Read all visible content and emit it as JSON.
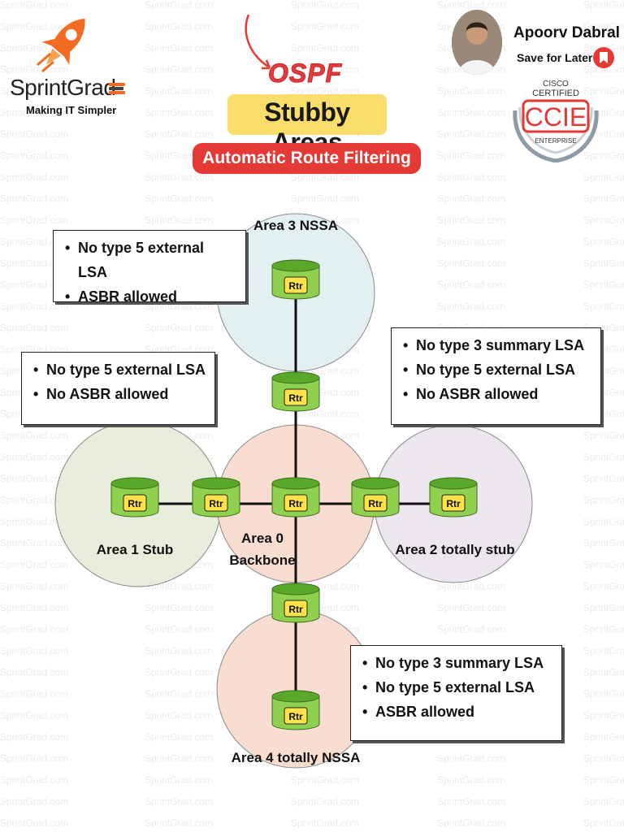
{
  "brand": {
    "name": "SprintGrad",
    "tagline": "Making IT Simpler",
    "watermark": "SprintGrad.com",
    "accent": "#f36b21"
  },
  "header": {
    "protocol": "OSPF",
    "title": "Stubby Areas",
    "subtitle": "Automatic Route Filtering",
    "title_bg": "#f9de6b",
    "subtitle_bg": "#e53935"
  },
  "author": {
    "name": "Apoorv Dabral",
    "save_label": "Save for Later",
    "save_icon": "bookmark-icon"
  },
  "badge": {
    "line1": "CISCO",
    "line2": "CERTIFIED",
    "main": "CCIE",
    "line3": "ENTERPRISE"
  },
  "areas": [
    {
      "id": "area3",
      "label": "Area 3 NSSA",
      "color": "#e3f0f1"
    },
    {
      "id": "area1",
      "label": "Area 1 Stub",
      "color": "#e9eedc"
    },
    {
      "id": "area0",
      "label_line1": "Area 0",
      "label_line2": "Backbone",
      "color": "#f8ddd0"
    },
    {
      "id": "area2",
      "label": "Area 2 totally stub",
      "color": "#ece6ef"
    },
    {
      "id": "area4",
      "label": "Area 4 totally NSSA",
      "color": "#f8ddd0"
    }
  ],
  "router_label": "Rtr",
  "router_colors": {
    "body": "#8fd14f",
    "top": "#5aa82a",
    "tag": "#ffe24a"
  },
  "notes": {
    "area3": [
      "No type 5 external LSA",
      "ASBR allowed"
    ],
    "area1": [
      "No type 5 external LSA",
      "No ASBR allowed"
    ],
    "area2": [
      "No type 3 summary LSA",
      "No type 5 external LSA",
      "No ASBR allowed"
    ],
    "area4": [
      "No type 3 summary LSA",
      "No type 5 external LSA",
      "ASBR allowed"
    ]
  }
}
